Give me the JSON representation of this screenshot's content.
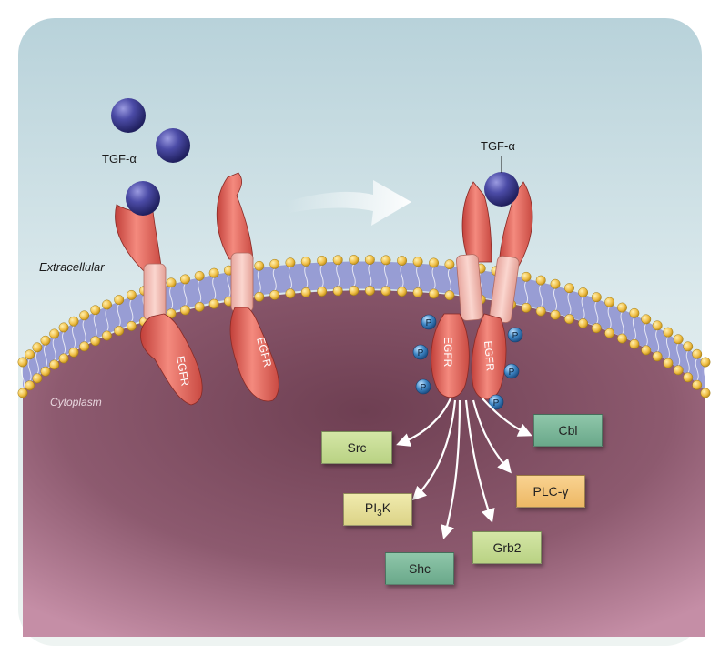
{
  "labels": {
    "tgf_alpha_left": "TGF-α",
    "tgf_alpha_right": "TGF-α",
    "extracellular": "Extracellular",
    "cytoplasm": "Cytoplasm",
    "egfr": "EGFR",
    "phosphate": "P"
  },
  "effectors": {
    "src": "Src",
    "pi3k_base": "PI",
    "pi3k_sub": "3",
    "pi3k_end": "K",
    "shc": "Shc",
    "grb2": "Grb2",
    "plc": "PLC-γ",
    "cbl": "Cbl"
  },
  "colors": {
    "extracellular_bg": "#cfe3e8",
    "cytoplasm": "#8a5468",
    "receptor": "#e2635a",
    "ligand": "#4a4a9a",
    "phosphate": "#3f86c4",
    "lipid_head": "#f2c24a",
    "lipid_tail": "#8c8fd0"
  }
}
